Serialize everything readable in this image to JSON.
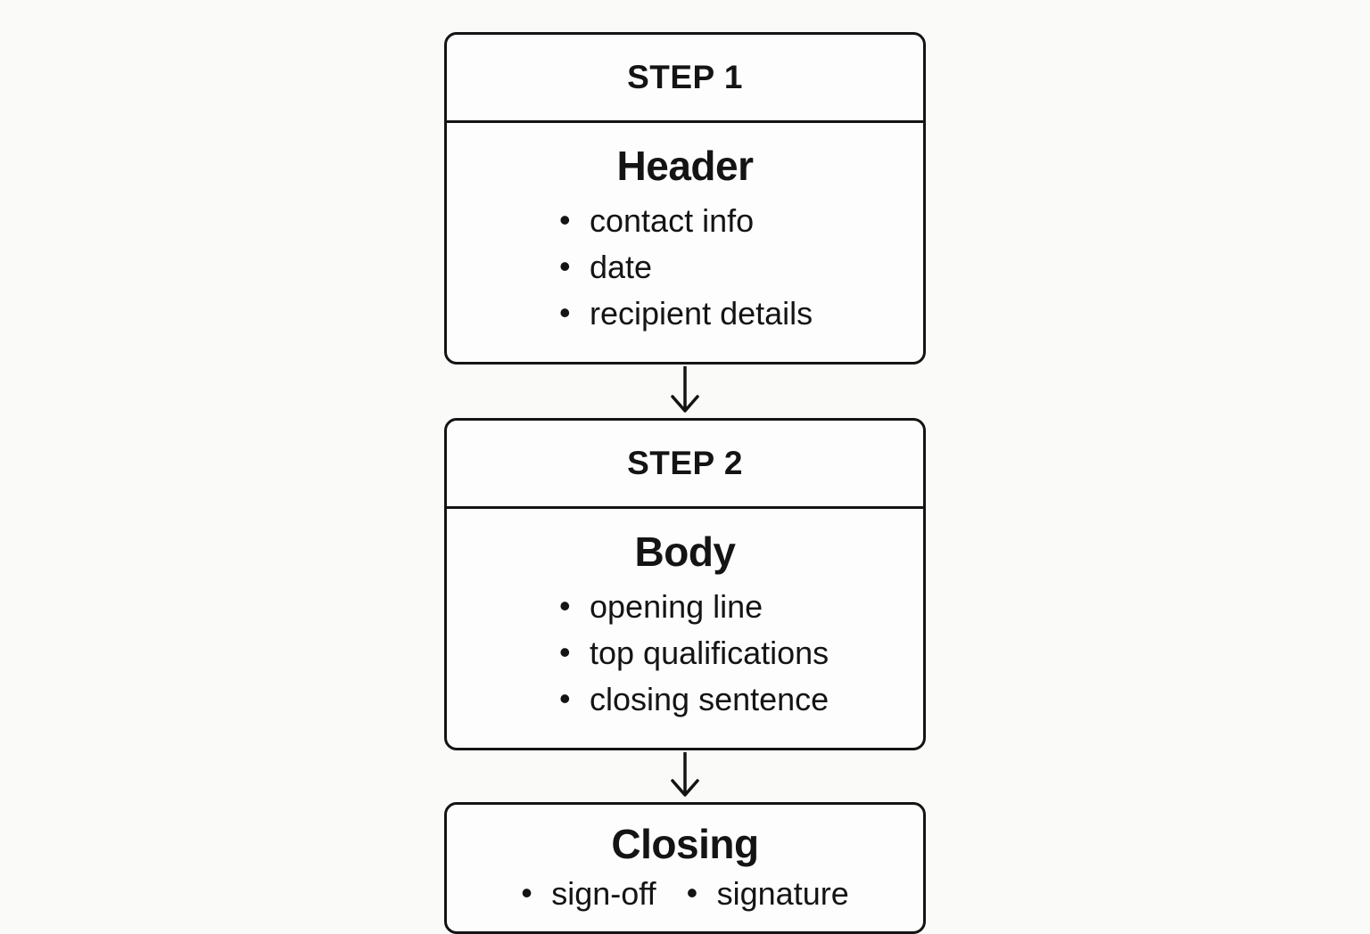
{
  "colors": {
    "page_background": "#fafaf8",
    "box_background": "#fdfdfd",
    "border": "#141414",
    "text": "#141414"
  },
  "flowchart": {
    "steps": [
      {
        "step_label": "STEP 1",
        "title": "Header",
        "bullets": [
          "contact info",
          "date",
          "recipient details"
        ]
      },
      {
        "step_label": "STEP 2",
        "title": "Body",
        "bullets": [
          "opening line",
          "top qualifications",
          "closing sentence"
        ]
      },
      {
        "title": "Closing",
        "bullets": [
          "sign-off",
          "signature"
        ]
      }
    ]
  }
}
